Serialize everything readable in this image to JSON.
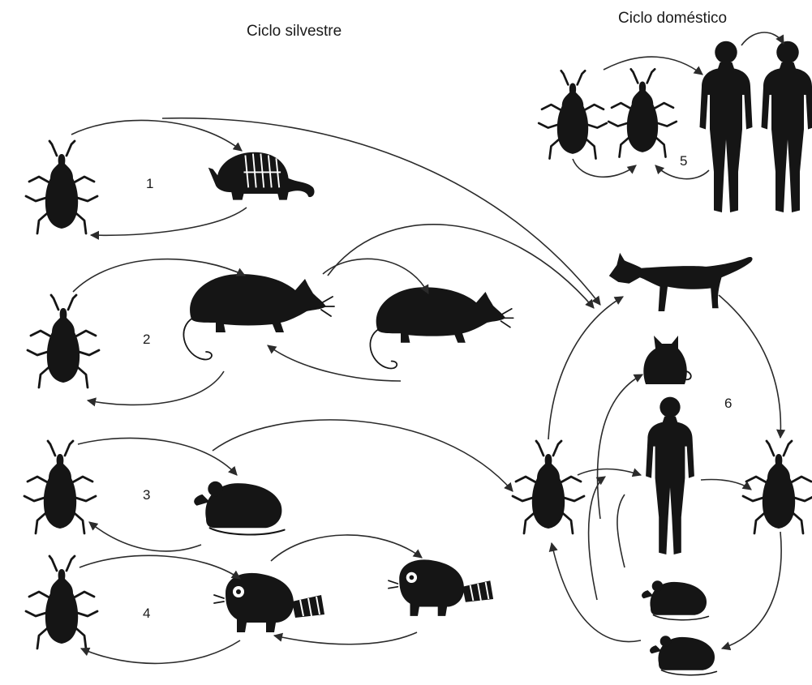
{
  "titles": {
    "sylvatic": "Ciclo silvestre",
    "domestic": "Ciclo doméstico"
  },
  "cycle_numbers": {
    "c1": "1",
    "c2": "2",
    "c3": "3",
    "c4": "4",
    "c5": "5",
    "c6": "6"
  },
  "colors": {
    "background": "#ffffff",
    "silhouette": "#151515",
    "arrow": "#2b2b2b"
  },
  "icons": [
    "triatomine-bug-icon",
    "armadillo-icon",
    "rat-icon",
    "opossum-icon",
    "raccoon-icon",
    "human-icon",
    "dog-icon",
    "cat-icon",
    "rodent-icon"
  ]
}
